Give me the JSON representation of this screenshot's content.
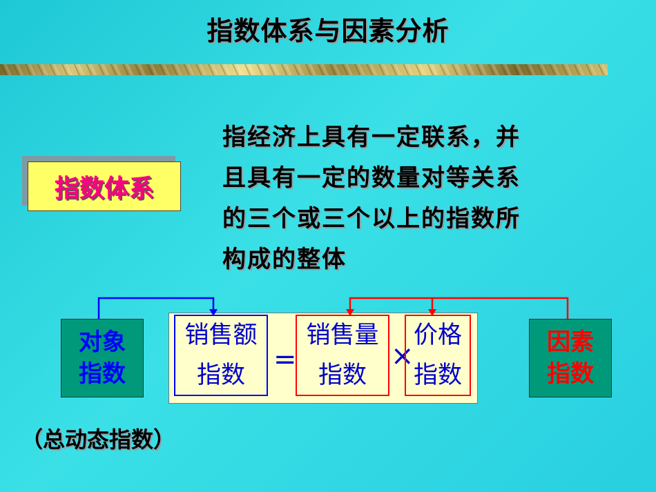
{
  "slide": {
    "title": "指数体系与因素分析",
    "concept_label": "指数体系",
    "definition_lines": [
      "指经济上具有一定联系，并",
      "且具有一定的数量对等关系",
      "的三个或三个以上的指数所",
      "构成的整体"
    ],
    "left_box": {
      "line1": "对象",
      "line2": "指数"
    },
    "right_box": {
      "line1": "因素",
      "line2": "指数"
    },
    "formula": {
      "total": {
        "line1": "销售额",
        "line2": "指数"
      },
      "equals": "=",
      "factor1": {
        "line1": "销售量",
        "line2": "指数"
      },
      "times": "×",
      "factor2": {
        "line1": "价格",
        "line2": "指数"
      }
    },
    "footnote": "（总动态指数）"
  },
  "colors": {
    "background": "#2ad4de",
    "concept_fill": "#ffff66",
    "concept_text": "#ff0080",
    "side_box_fill": "#00997a",
    "blue": "#0000ff",
    "red": "#ff0000",
    "formula_panel": "#ffffcc"
  }
}
